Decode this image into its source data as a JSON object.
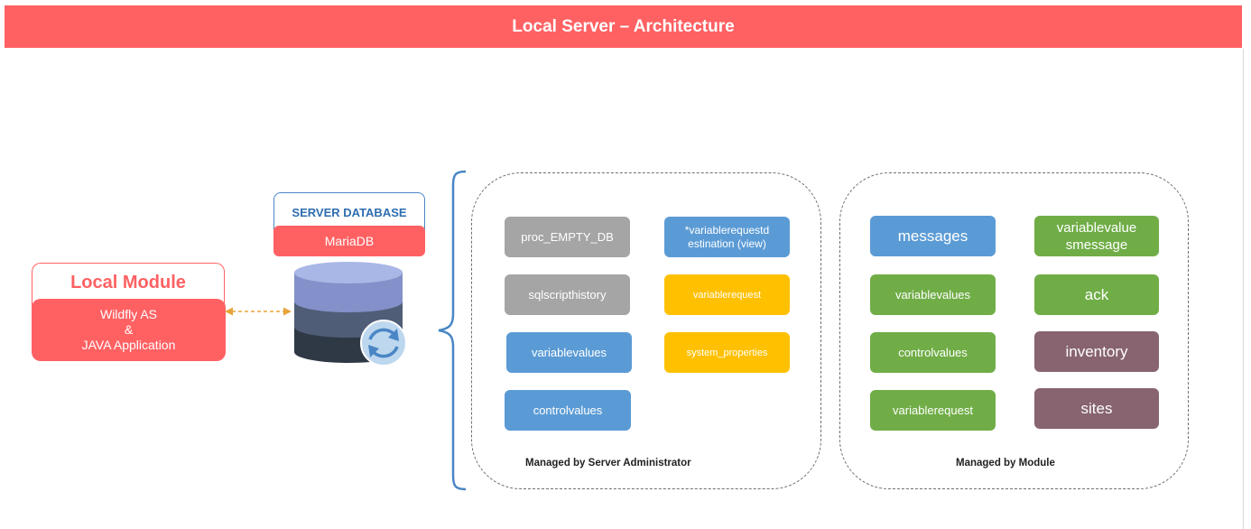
{
  "title": "Local Server – Architecture",
  "local_module": {
    "title": "Local Module",
    "lines": [
      "Wildfly AS",
      "&",
      "JAVA Application"
    ]
  },
  "server_database": {
    "label": "SERVER DATABASE",
    "engine": "MariaDB"
  },
  "groups": {
    "admin": {
      "caption": "Managed by Server Administrator",
      "tables": [
        {
          "label": "proc_EMPTY_DB",
          "color": "grey"
        },
        {
          "label": "*variablerequestd\nestination (view)",
          "color": "blue"
        },
        {
          "label": "sqlscripthistory",
          "color": "grey"
        },
        {
          "label": "variablerequest",
          "color": "yellow"
        },
        {
          "label": "variablevalues",
          "color": "blue"
        },
        {
          "label": "system_properties",
          "color": "yellow"
        },
        {
          "label": "controlvalues",
          "color": "blue"
        }
      ]
    },
    "module": {
      "caption": "Managed by Module",
      "tables": [
        {
          "label": "messages",
          "color": "blue"
        },
        {
          "label": "variablevalue\nsmessage",
          "color": "green"
        },
        {
          "label": "variablevalues",
          "color": "green"
        },
        {
          "label": "ack",
          "color": "green"
        },
        {
          "label": "controlvalues",
          "color": "green"
        },
        {
          "label": "inventory",
          "color": "purple"
        },
        {
          "label": "variablerequest",
          "color": "green"
        },
        {
          "label": "sites",
          "color": "purple"
        }
      ]
    }
  },
  "colors": {
    "accent_red": "#ff6163",
    "blue": "#5b9bd5",
    "grey": "#a5a5a5",
    "yellow": "#ffc000",
    "green": "#70ad47",
    "purple": "#87646f",
    "connector": "#e8a33a"
  },
  "icons": [
    "database-icon",
    "sync-icon",
    "bidirectional-arrow-icon",
    "curly-brace-icon"
  ]
}
